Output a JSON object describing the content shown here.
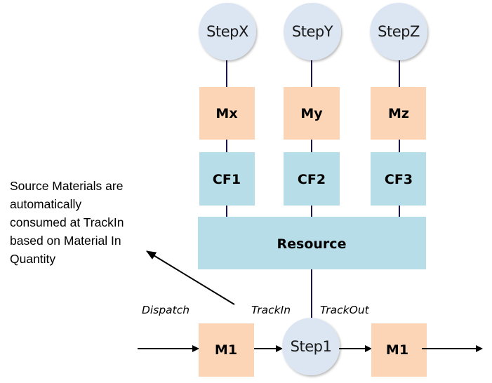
{
  "colors": {
    "step_fill": "#DCE6F2",
    "material_fill": "#FBD5B5",
    "resource_fill": "#B7DEE8",
    "connector": "#20124D",
    "arrow": "#000000"
  },
  "steps": {
    "top": [
      "StepX",
      "StepY",
      "StepZ"
    ],
    "main": "Step1"
  },
  "materials": {
    "top": [
      "Mx",
      "My",
      "Mz"
    ],
    "input": "M1",
    "output": "M1"
  },
  "context_flows": [
    "CF1",
    "CF2",
    "CF3"
  ],
  "resource": "Resource",
  "flow_labels": {
    "dispatch": "Dispatch",
    "track_in": "TrackIn",
    "track_out": "TrackOut"
  },
  "note": {
    "lines": [
      "Source Materials are",
      "automatically",
      "consumed at TrackIn",
      "based on Material In",
      "Quantity"
    ]
  }
}
